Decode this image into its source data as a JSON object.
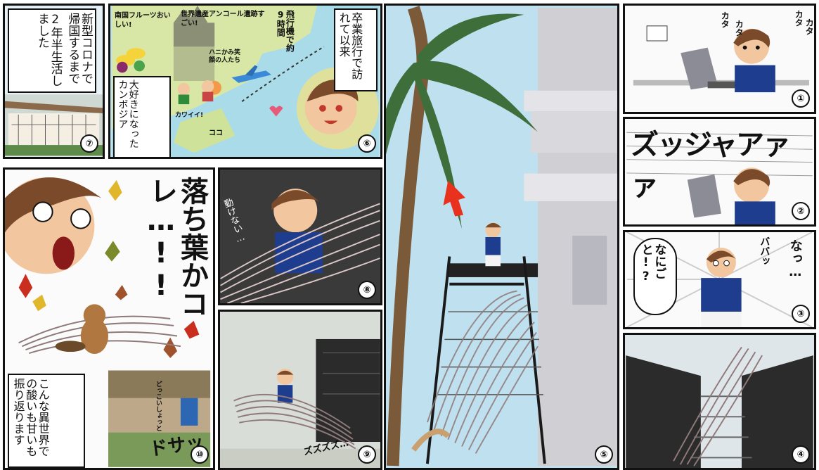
{
  "panels": {
    "p1": {
      "number": "①",
      "sfx_a": "カタ",
      "sfx_b": "カタ",
      "sfx_c": "カタ",
      "sfx_d": "カタ"
    },
    "p2": {
      "number": "②",
      "sfx": "ズッジャアァァ"
    },
    "p3": {
      "number": "③",
      "sfx": "ババッ",
      "bubble_a": "なっ…",
      "bubble_b": "なにごと!?"
    },
    "p4": {
      "number": "④"
    },
    "p5": {
      "number": "⑤"
    },
    "p6": {
      "number": "⑥",
      "caption": "卒業旅行で訪れて以来",
      "caption2": "大好きになったカンボジア",
      "map_fruit": "南国フルーツおいしい!",
      "map_temple": "世界遺産アンコール遺跡すごい!",
      "map_flight": "飛行機で約9時間",
      "map_smile": "ハニかみ笑顔の人たち",
      "map_kawaii": "カワイイ!",
      "map_here": "ココ"
    },
    "p7": {
      "number": "⑦",
      "caption": "新型コロナで帰国するまで",
      "caption2": "2年半生活しました"
    },
    "p8": {
      "number": "⑧",
      "sfx": "動けない…"
    },
    "p9": {
      "number": "⑨",
      "sfx": "ズズズズ…"
    },
    "p10": {
      "number": "⑩",
      "shout": "落ち葉かコレ…!!",
      "caption": "こんな異世界での酸いも甘いも振り返ります",
      "sfx_small": "どっこいしょっと",
      "sfx": "ドサッ"
    }
  },
  "colors": {
    "shirt": "#1f3d8f",
    "ink": "#111111",
    "red_arrow": "#e8321e"
  }
}
